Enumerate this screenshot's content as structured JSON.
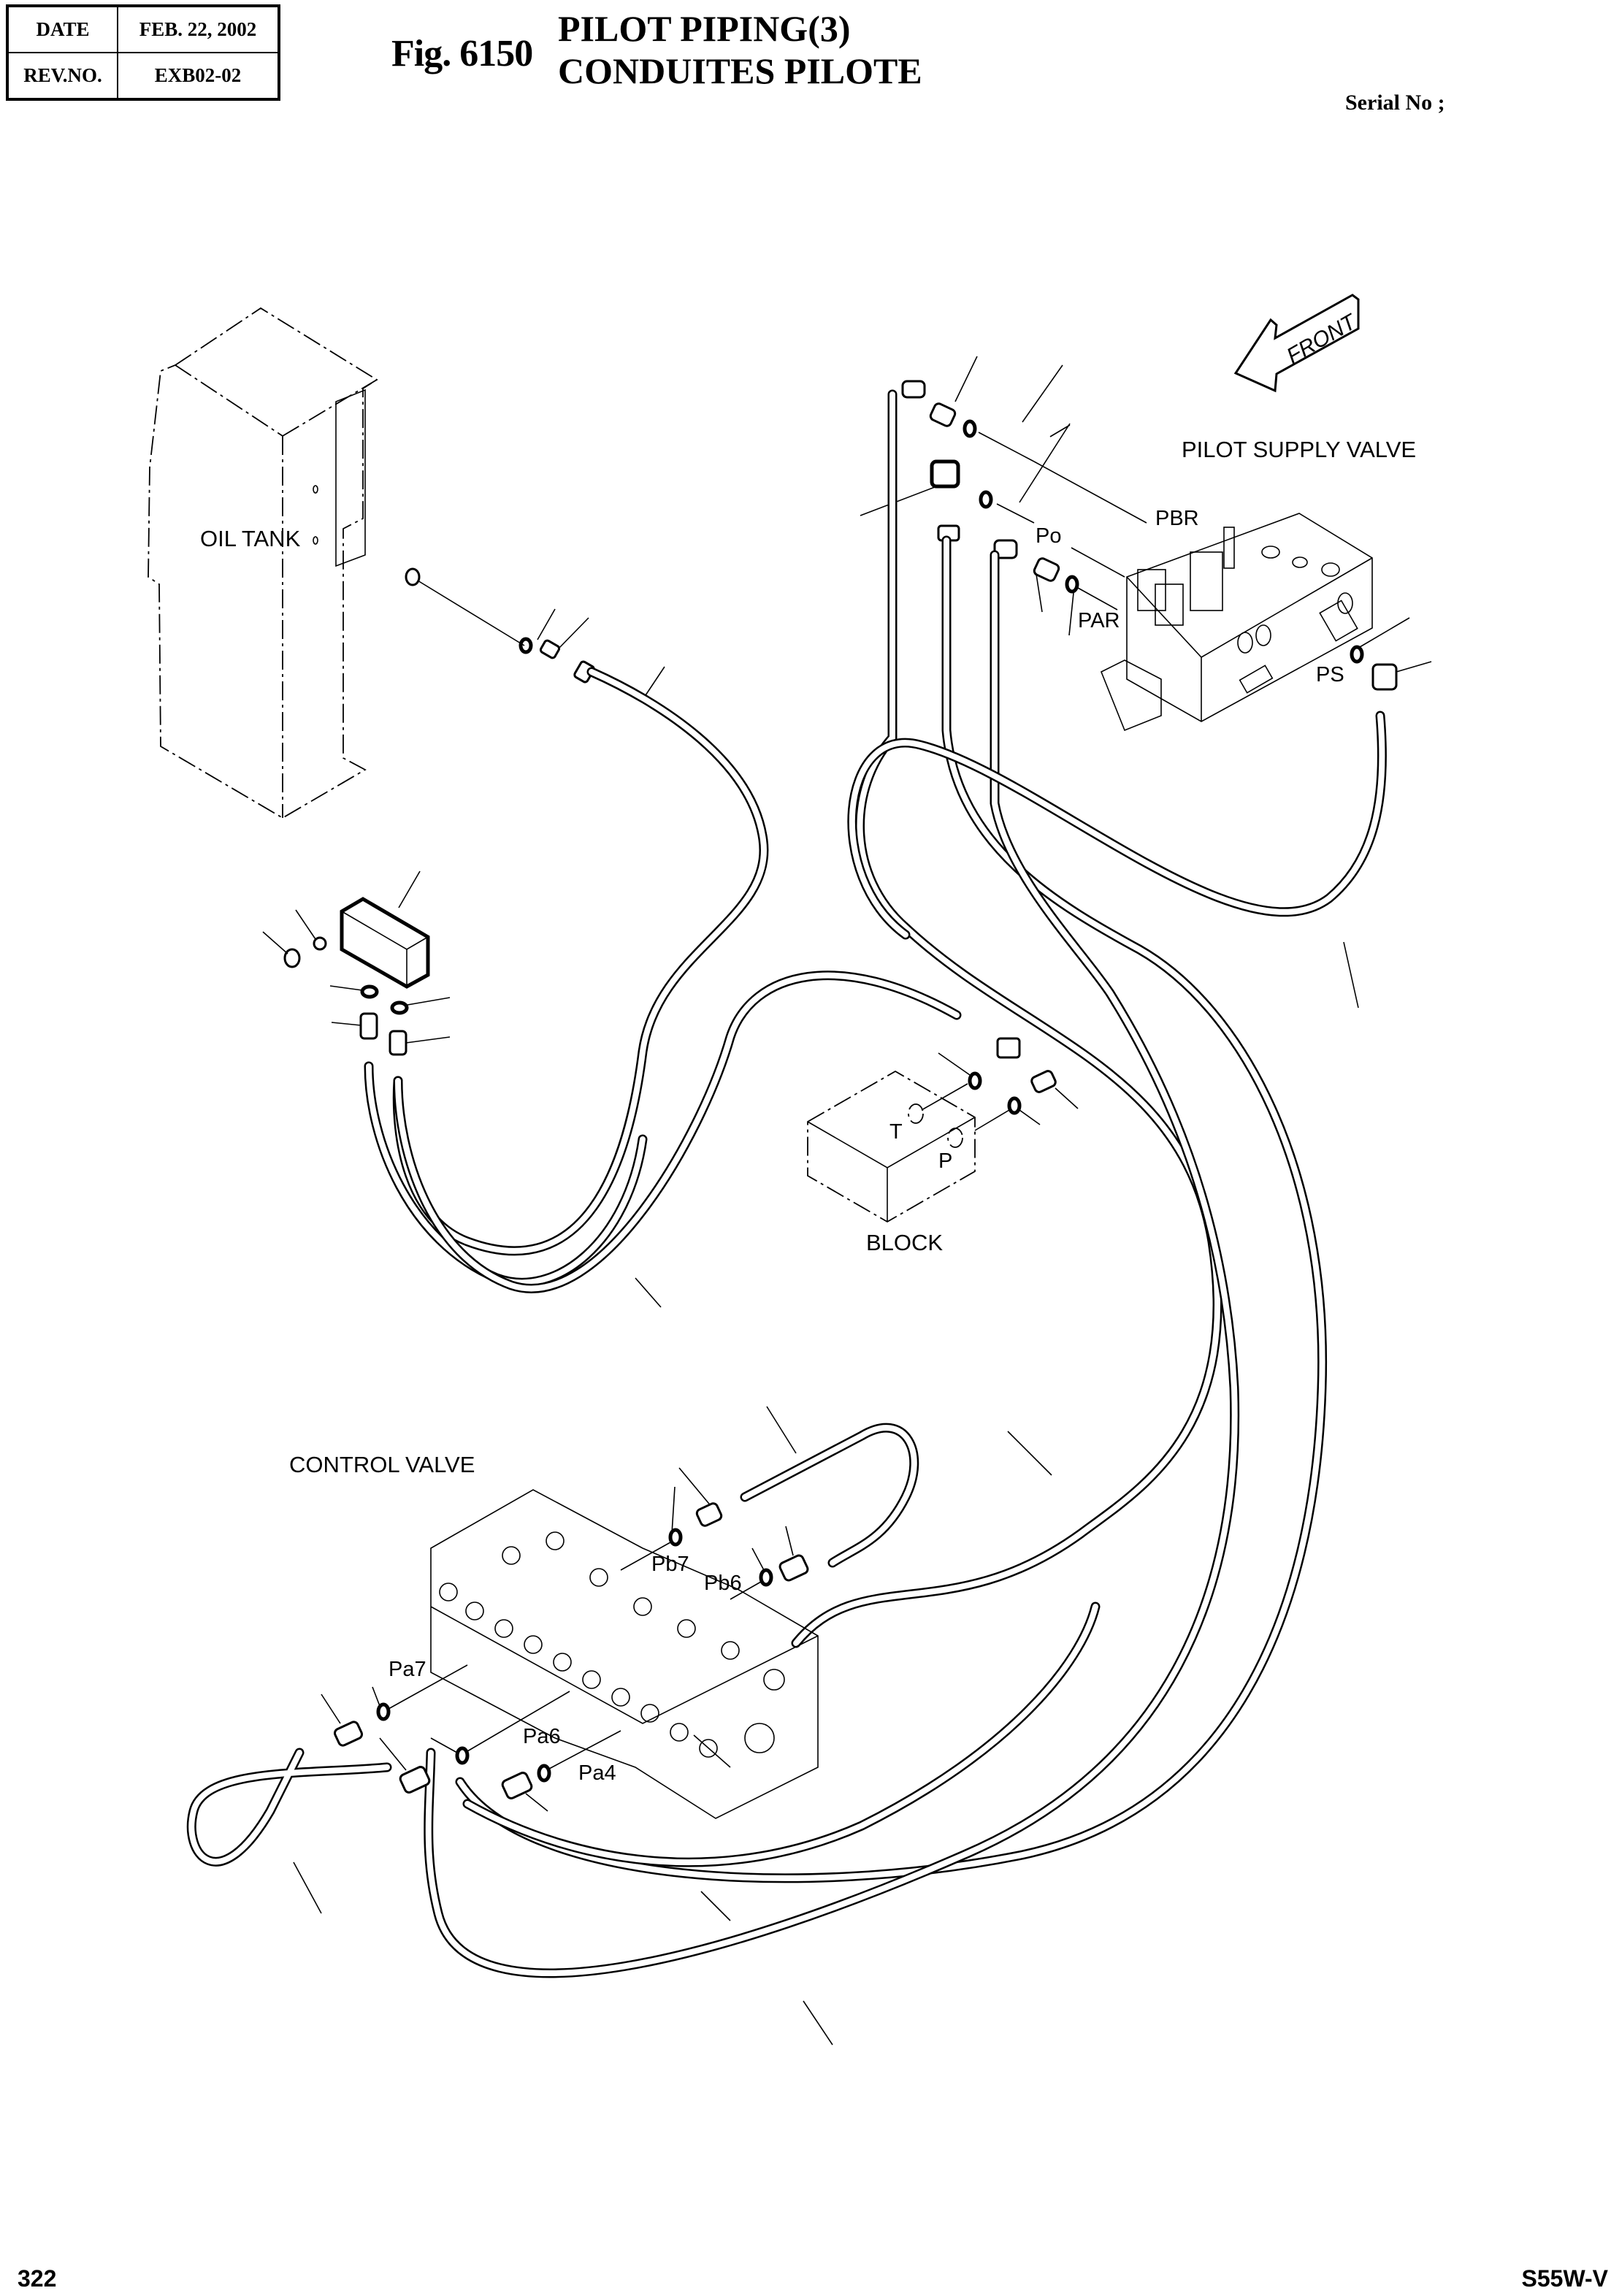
{
  "header": {
    "date_label": "DATE",
    "date_value": "FEB. 22, 2002",
    "rev_label": "REV.NO.",
    "rev_value": "EXB02-02",
    "figure_number": "Fig. 6150",
    "title_en": "PILOT PIPING(3)",
    "title_fr": "CONDUITES PILOTE",
    "serial_label": "Serial No ;"
  },
  "diagram": {
    "front_arrow_label": "FRONT",
    "components": {
      "oil_tank": "OIL TANK",
      "pilot_supply_valve": "PILOT SUPPLY VALVE",
      "block": "BLOCK",
      "control_valve": "CONTROL VALVE"
    },
    "ports": {
      "pbr": "PBR",
      "po": "Po",
      "par": "PAR",
      "ps": "PS",
      "t": "T",
      "p": "P",
      "pb7": "Pb7",
      "pb6": "Pb6",
      "pa7": "Pa7",
      "pa6": "Pa6",
      "pa4": "Pa4"
    }
  },
  "footer": {
    "page_number": "322",
    "model": "S55W-V"
  }
}
